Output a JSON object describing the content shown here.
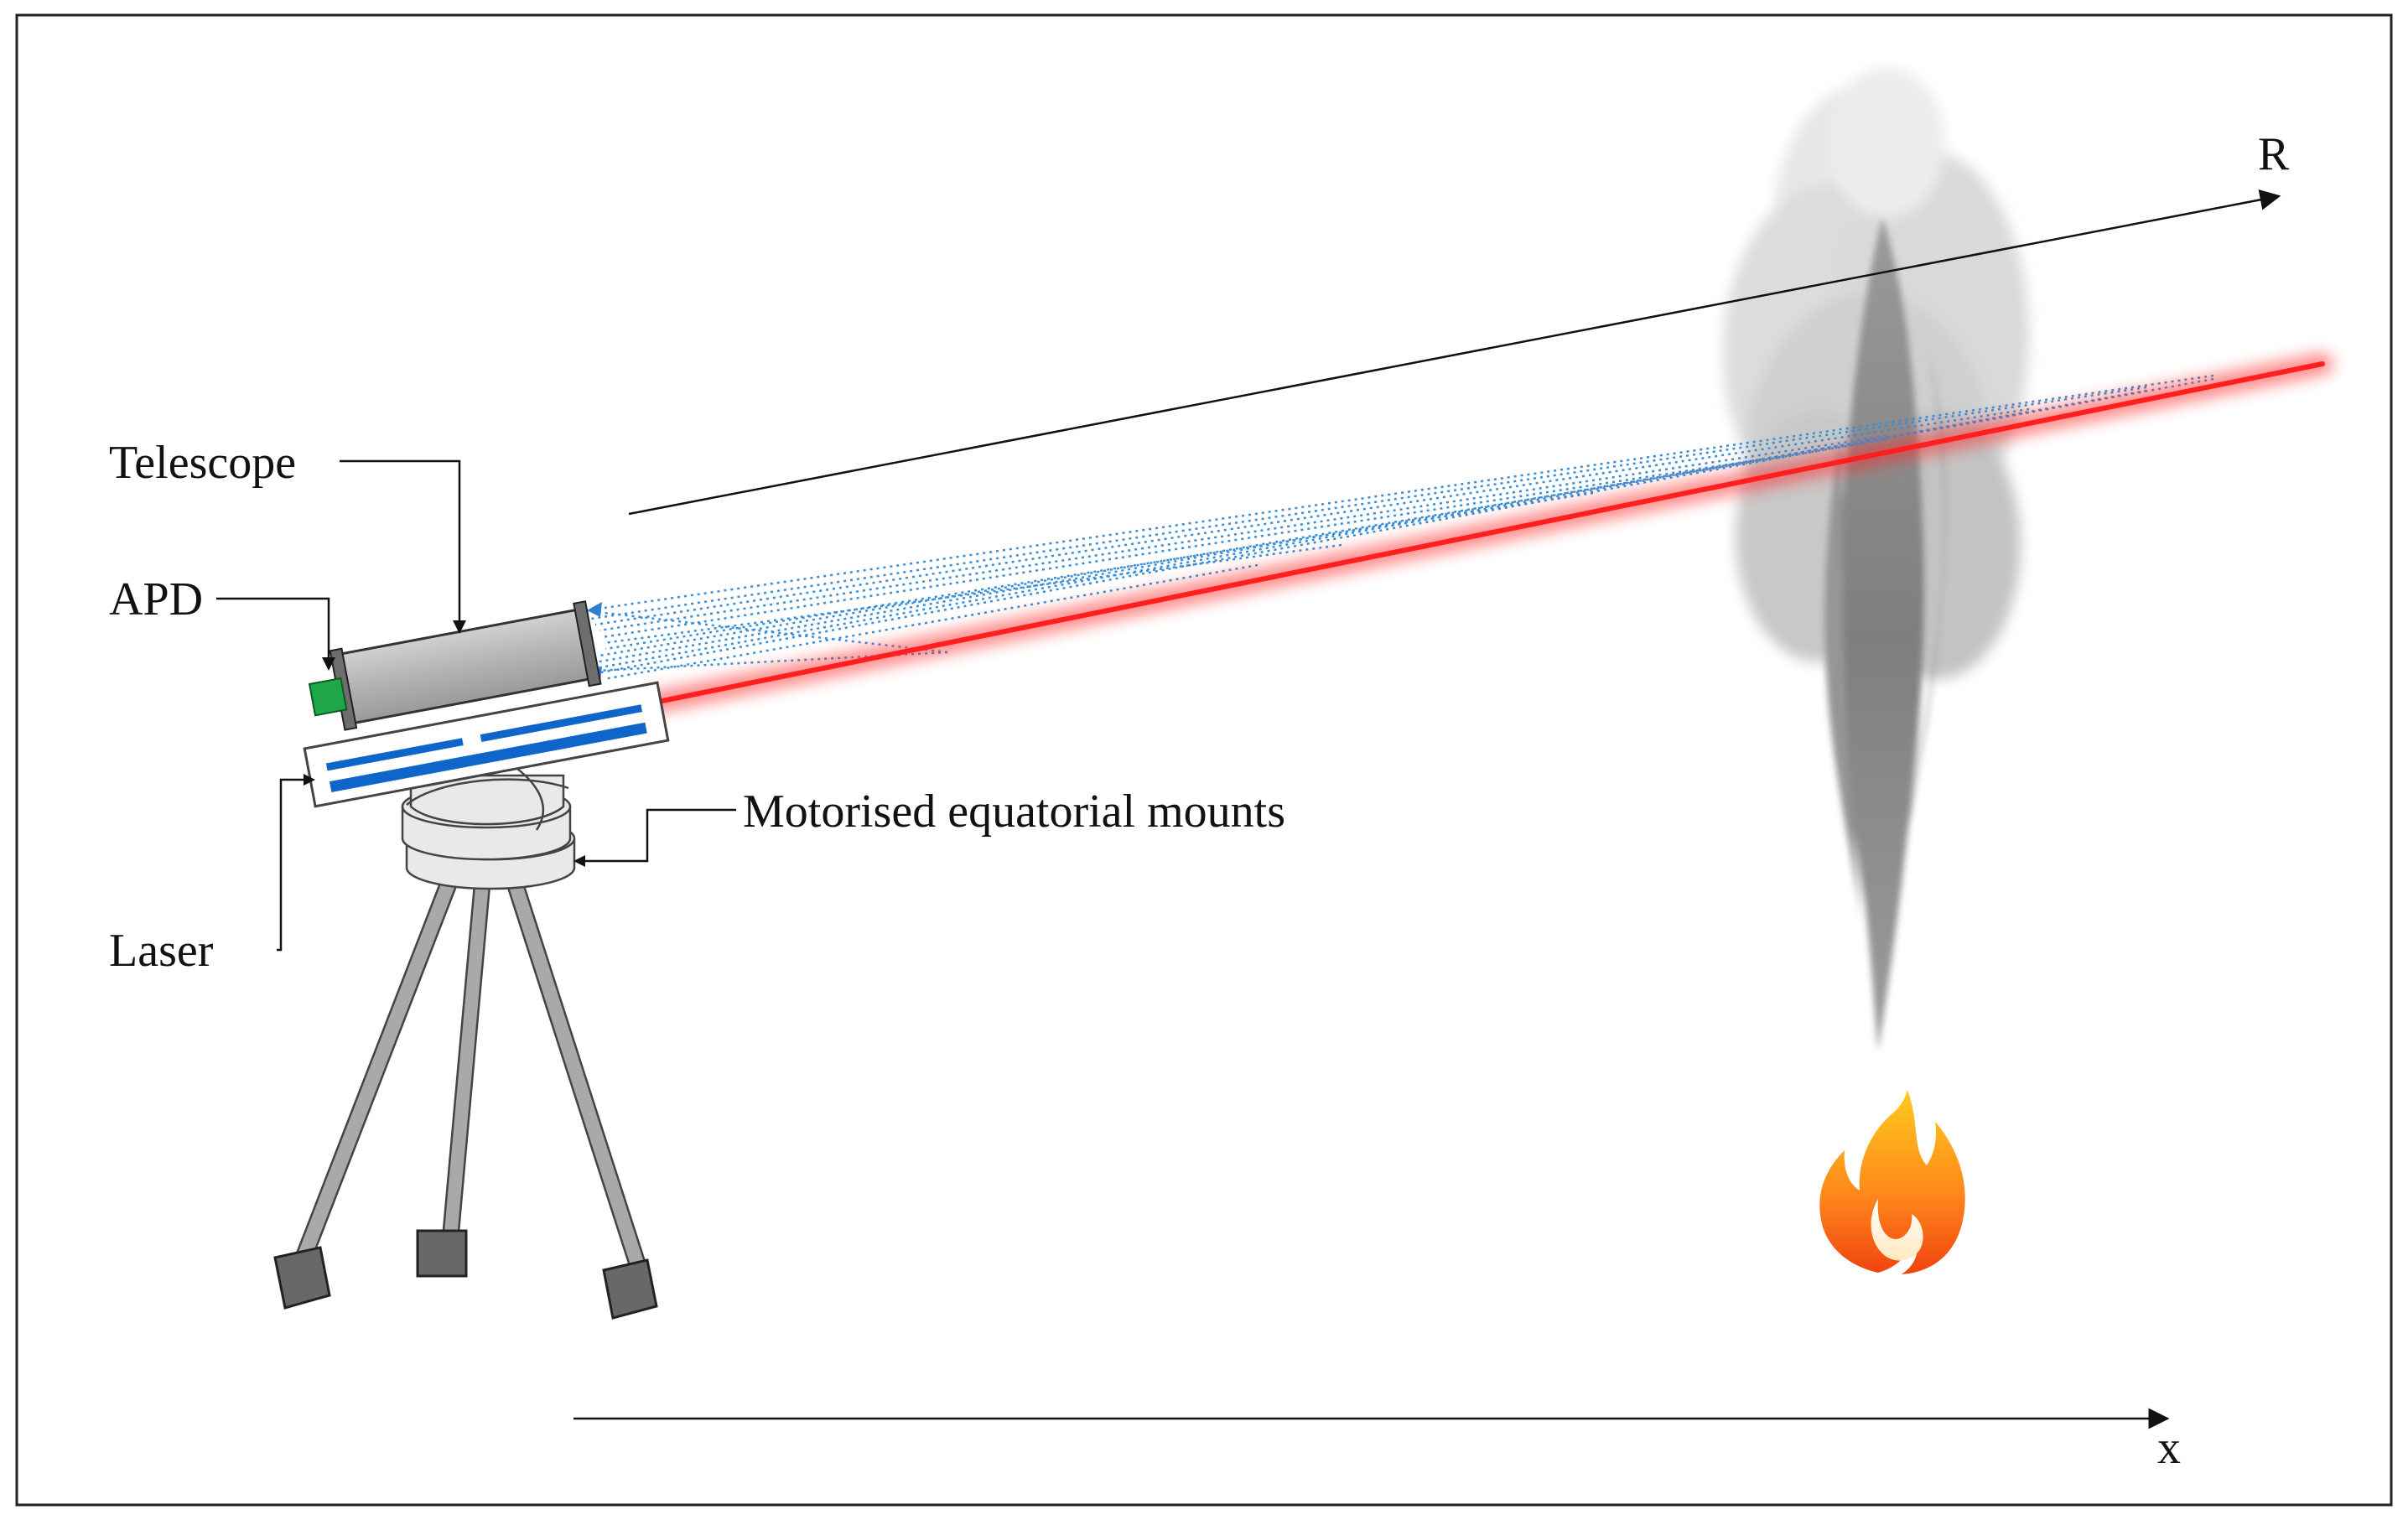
{
  "labels": {
    "telescope": "Telescope",
    "apd": "APD",
    "laser": "Laser",
    "mounts": "Motorised equatorial mounts",
    "axis_r": "R",
    "axis_x": "x"
  },
  "colors": {
    "laser_beam": "#ff2020",
    "backscatter": "#3a8fd6",
    "apd": "#1fa84a",
    "laser_bar": "#1066c8",
    "telescope_body": "#b5b5b5",
    "smoke_dark": "#6b6b6b",
    "smoke_light": "#e2e2e2",
    "flame_outer": "#f55a14",
    "flame_inner": "#ffc11a",
    "frame": "#222222"
  },
  "icons": {
    "smoke": "smoke-plume-icon",
    "fire": "fire-icon"
  }
}
